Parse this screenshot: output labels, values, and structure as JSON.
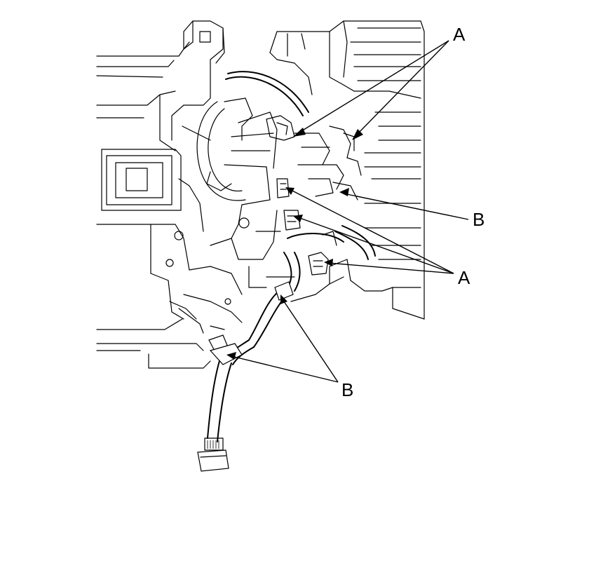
{
  "labels": {
    "a_top": "A",
    "b_right": "B",
    "a_right": "A",
    "b_bottom": "B"
  }
}
